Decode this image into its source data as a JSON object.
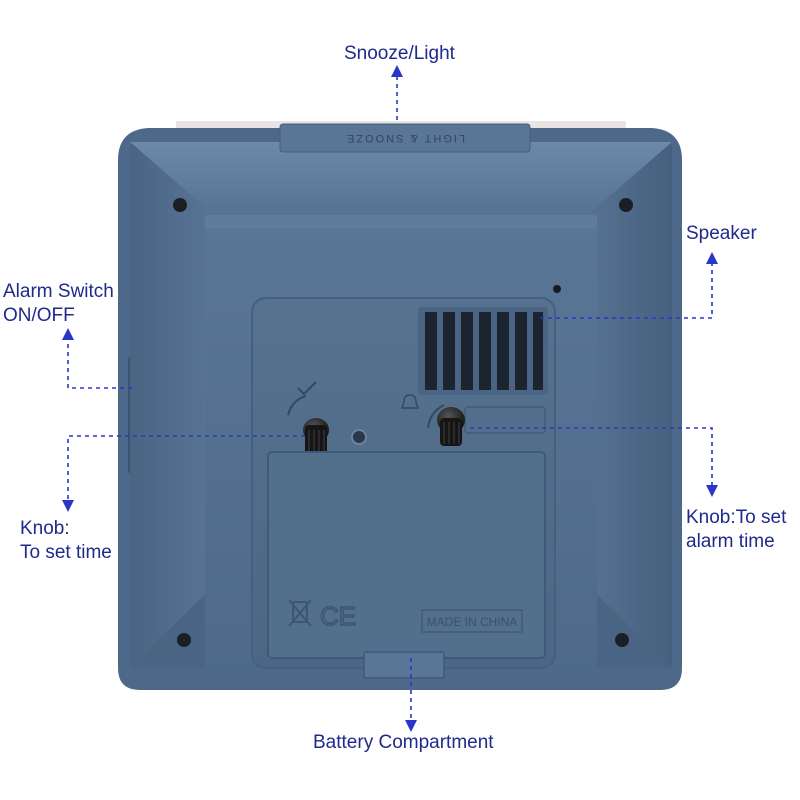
{
  "labels": {
    "snooze_light": "Snooze/Light",
    "speaker": "Speaker",
    "alarm_switch": [
      "Alarm Switch",
      "ON/OFF"
    ],
    "knob_set_time": [
      "Knob:",
      "To set time"
    ],
    "knob_set_alarm": [
      "Knob:To set",
      "alarm time"
    ],
    "battery": "Battery Compartment"
  },
  "device_text": {
    "top_button": "LIGHT & SNOOZE",
    "made_in": "MADE IN CHINA",
    "ce_mark": "CE"
  },
  "colors": {
    "label_text": "#1e2a8c",
    "leader_line": "#2a36c8",
    "housing": "#4f6a8a",
    "housing_dark": "#3e5775",
    "housing_light": "#5f7b9c"
  }
}
